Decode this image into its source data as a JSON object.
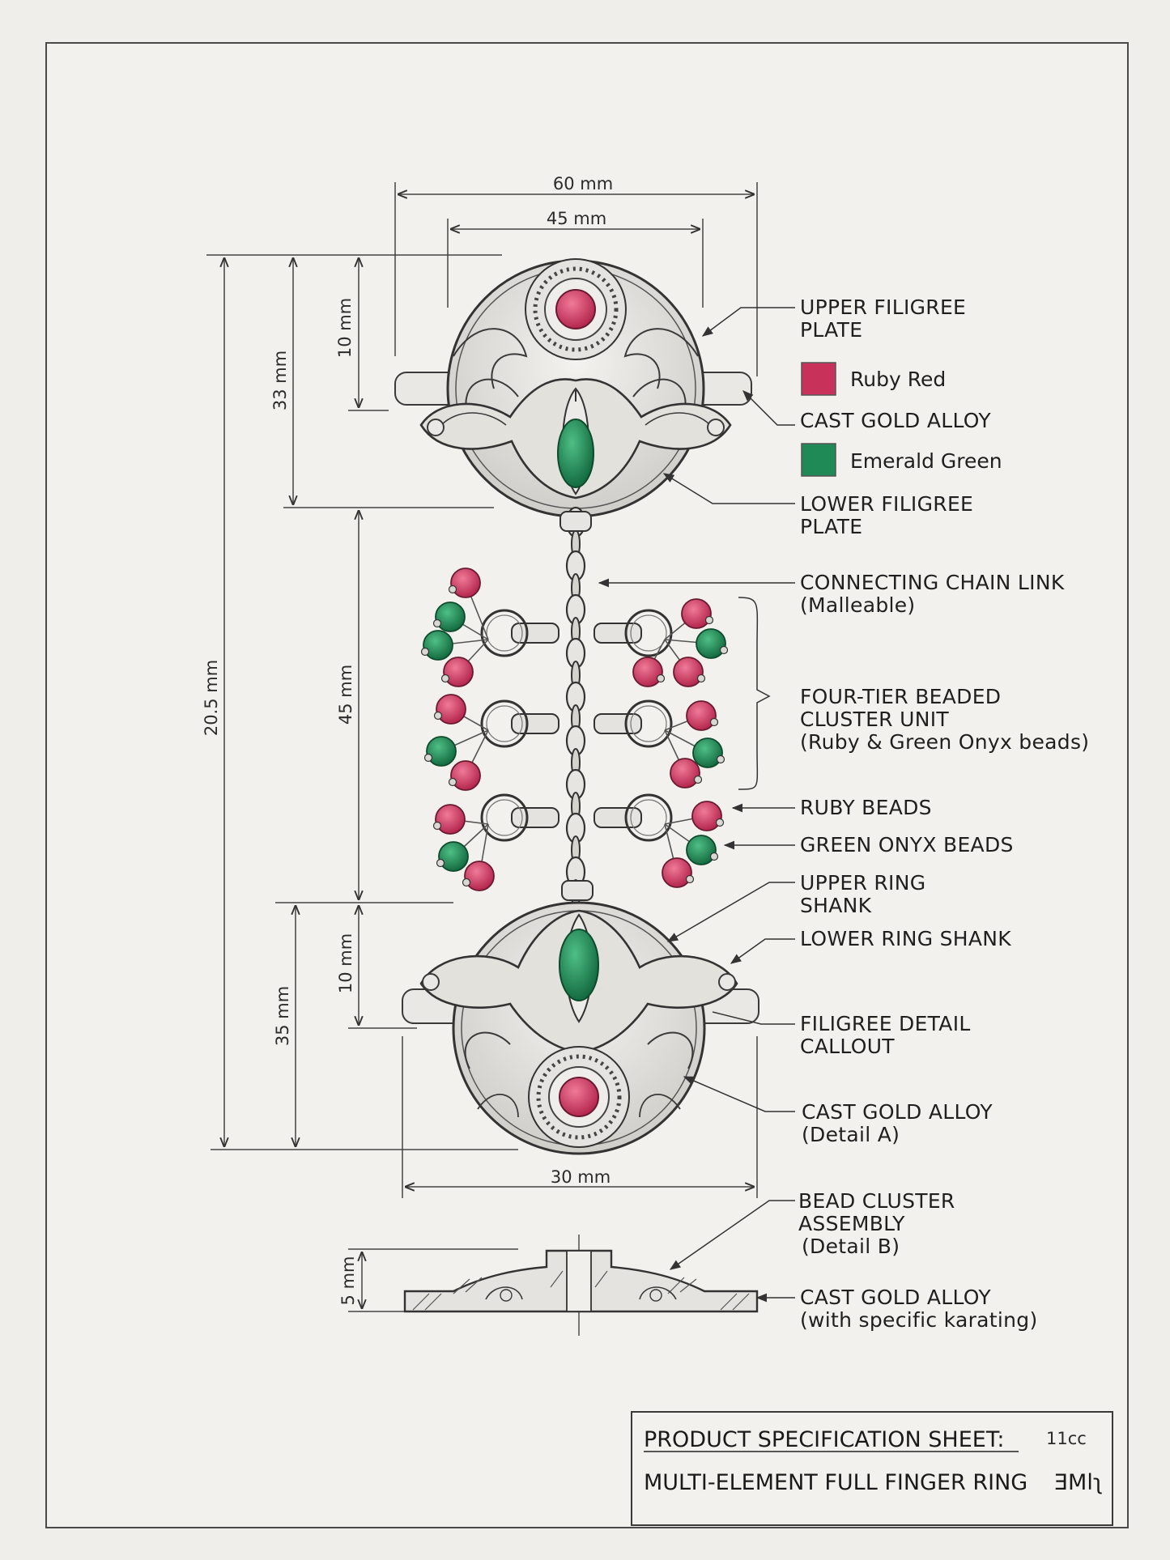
{
  "legend": {
    "ruby": {
      "label": "Ruby Red",
      "color": "#c8325a"
    },
    "emerald": {
      "label": "Emerald Green",
      "color": "#1f8a55"
    }
  },
  "dimensions": {
    "overall_width": "60 mm",
    "plate_width": "45 mm",
    "upper_inner": "10 mm",
    "upper_plate": "33 mm",
    "total_length": "20.5 mm",
    "cluster_length": "45 mm",
    "lower_inner": "10 mm",
    "lower_plate": "35 mm",
    "base_width": "30 mm",
    "profile_height": "5 mm"
  },
  "callouts": {
    "upper_filigree_plate": [
      "UPPER FILIGREE",
      "PLATE"
    ],
    "cast_gold_alloy_1": [
      "CAST GOLD ALLOY"
    ],
    "lower_filigree_plate": [
      "LOWER FILIGREE",
      "PLATE"
    ],
    "connecting_chain_link": [
      "CONNECTING CHAIN LINK",
      "(Malleable)"
    ],
    "four_tier_cluster": [
      "FOUR-TIER BEADED",
      "CLUSTER UNIT",
      "(Ruby & Green Onyx beads)"
    ],
    "ruby_beads": [
      "RUBY BEADS"
    ],
    "green_onyx_beads": [
      "GREEN ONYX BEADS"
    ],
    "upper_ring_shank": [
      "UPPER RING",
      "SHANK"
    ],
    "lower_ring_shank": [
      "LOWER RING SHANK"
    ],
    "filigree_detail": [
      "FILIGREE DETAIL",
      "CALLOUT"
    ],
    "cast_gold_alloy_a": [
      "CAST GOLD ALLOY",
      "(Detail A)"
    ],
    "bead_cluster_assembly": [
      "BEAD CLUSTER",
      "ASSEMBLY",
      "(Detail B)"
    ],
    "cast_gold_alloy_karating": [
      "CAST GOLD ALLOY",
      "(with specific karating)"
    ]
  },
  "title_block": {
    "line1": "PRODUCT SPECIFICATION SHEET:",
    "line1_suffix": "11cc",
    "line2": "MULTI-ELEMENT FULL FINGER RING",
    "line2_suffix": "ƎMlʅ"
  },
  "colors": {
    "ruby": "#c8325a",
    "emerald": "#1f8a55",
    "metal": "#dcdbd6",
    "ink": "#2e2e2e"
  }
}
